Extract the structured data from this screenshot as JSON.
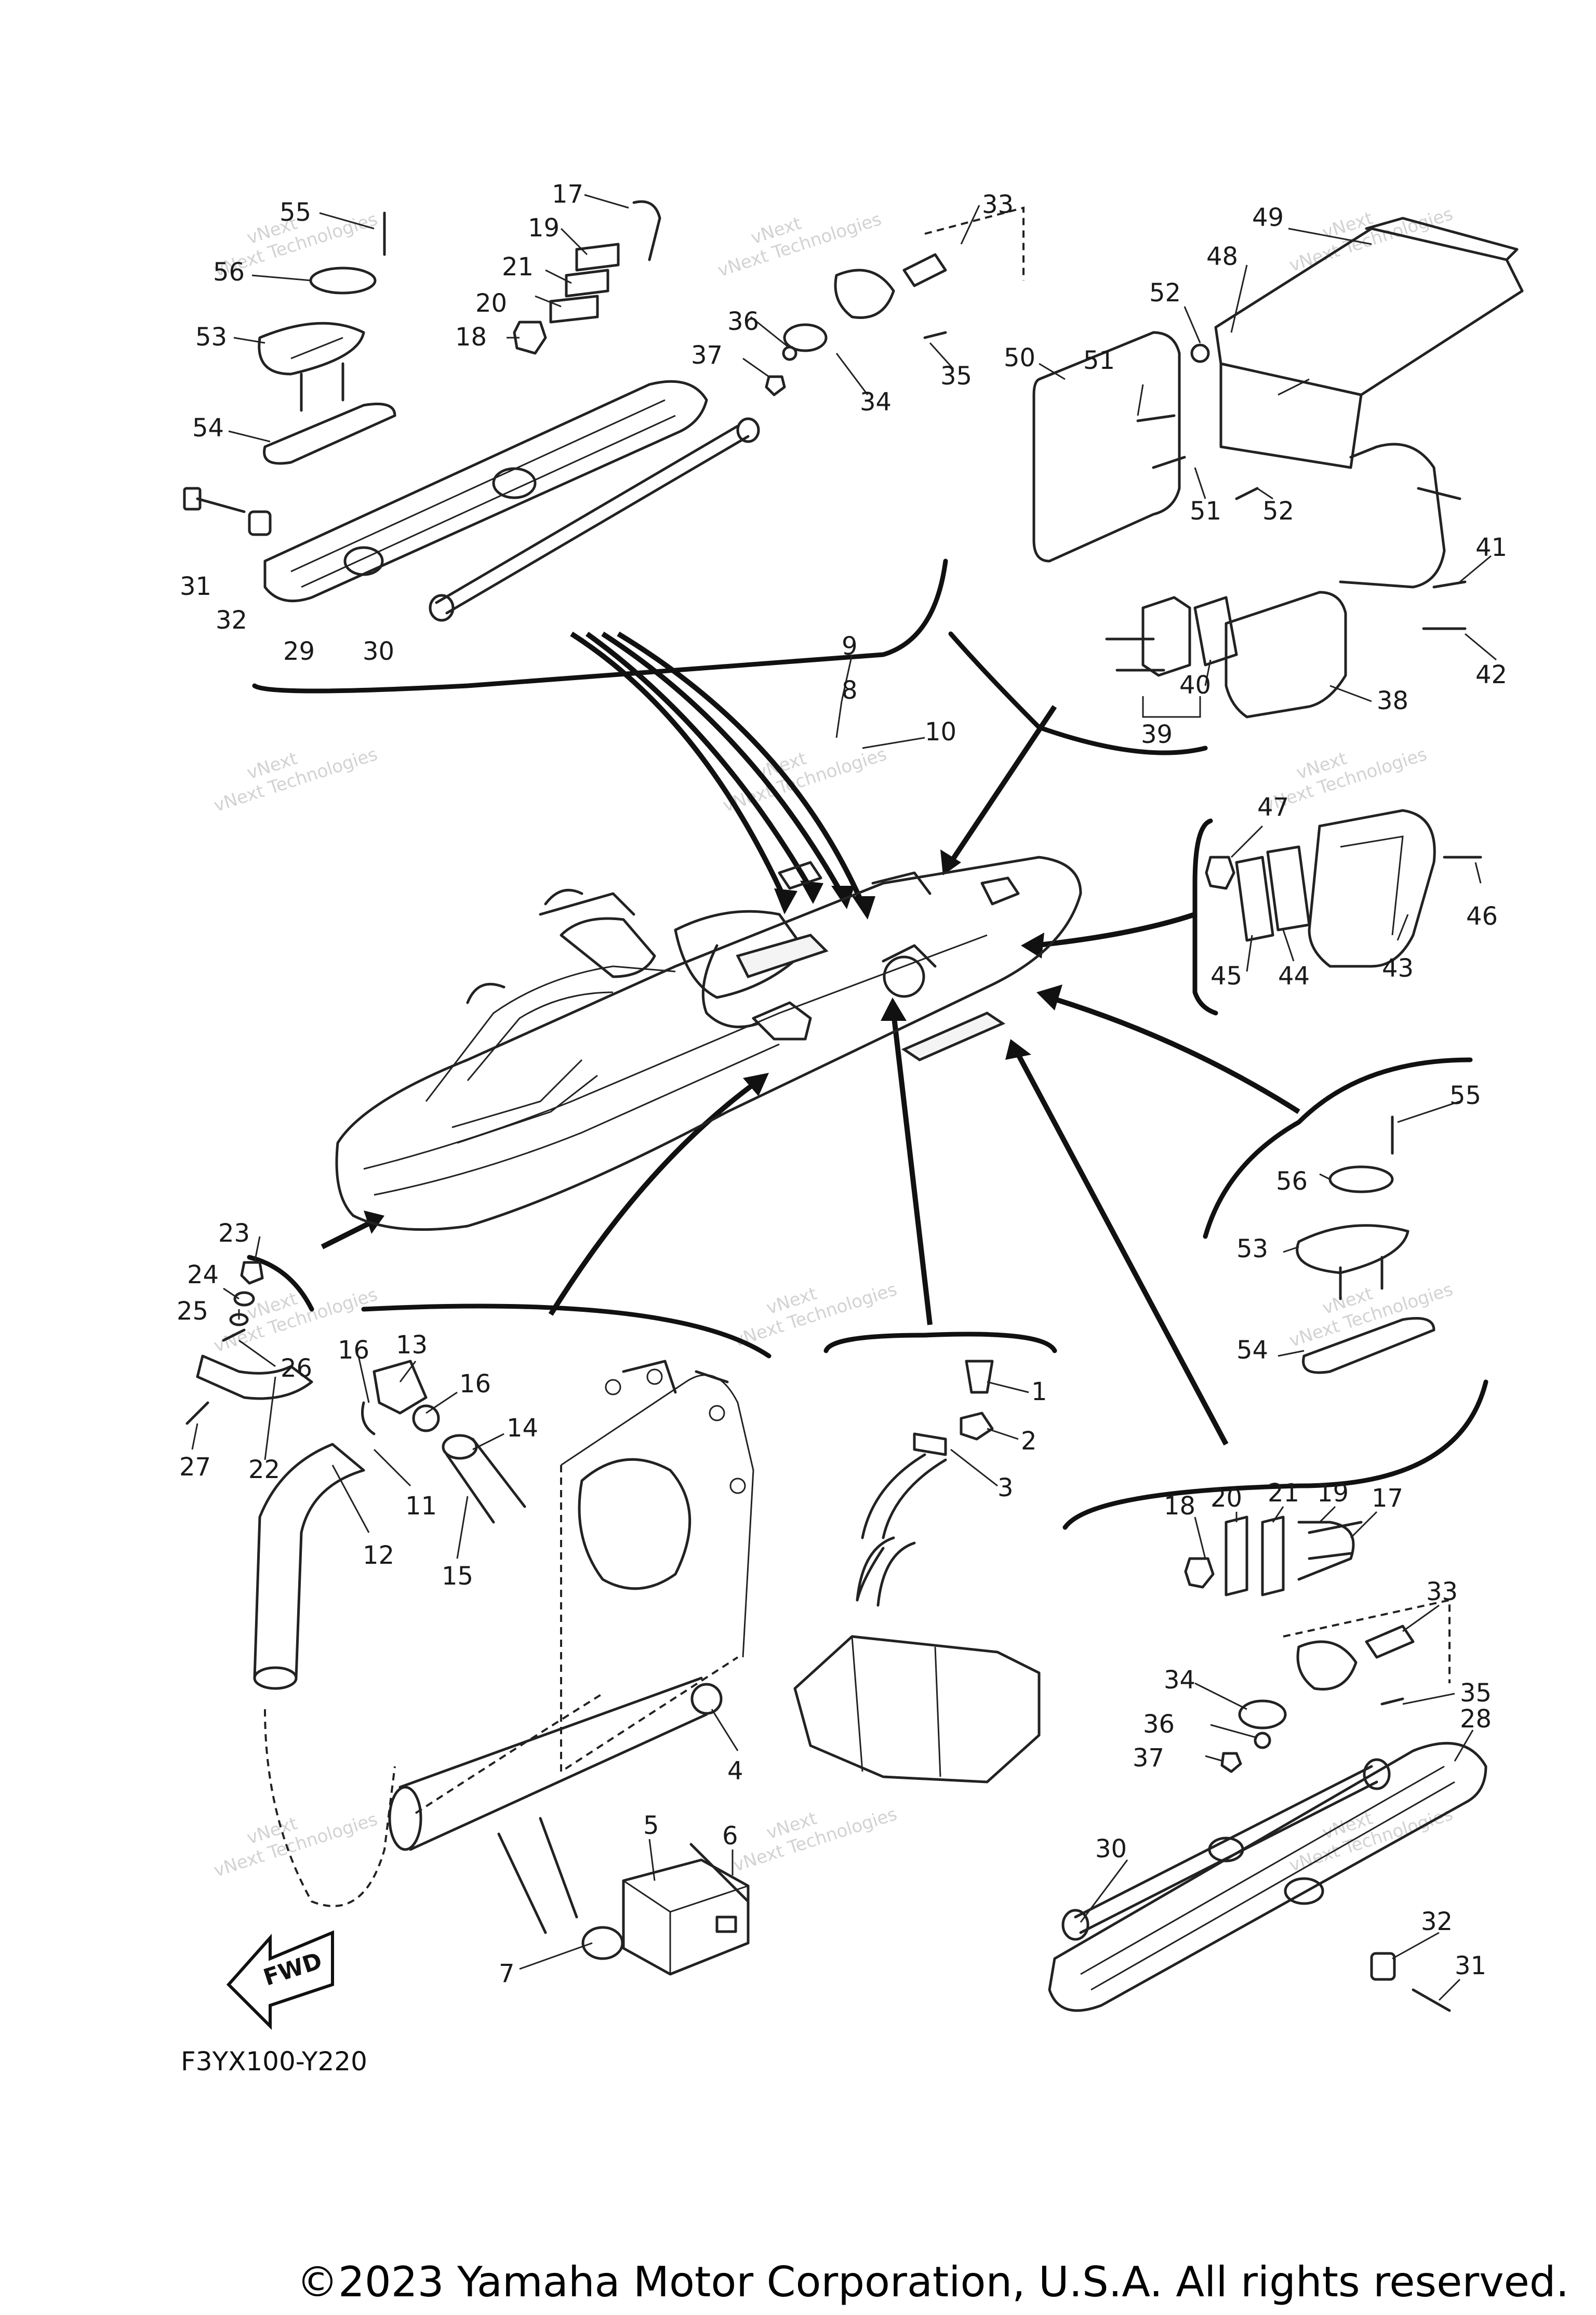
{
  "watermark": {
    "line1": "vNext",
    "line2": "Technologies",
    "line3": "vNext Technologies"
  },
  "diagram_code": "F3YX100-Y220",
  "fwd_label": "FWD",
  "copyright": "©2023 Yamaha Motor Corporation, U.S.A. All rights reserved.",
  "callouts": {
    "c1": "1",
    "c2": "2",
    "c3": "3",
    "c4": "4",
    "c5": "5",
    "c6": "6",
    "c7": "7",
    "c8": "8",
    "c9": "9",
    "c10": "10",
    "c11": "11",
    "c12": "12",
    "c13": "13",
    "c14": "14",
    "c15": "15",
    "c16a": "16",
    "c16b": "16",
    "c17a": "17",
    "c17b": "17",
    "c18a": "18",
    "c18b": "18",
    "c19a": "19",
    "c19b": "19",
    "c20a": "20",
    "c20b": "20",
    "c21a": "21",
    "c21b": "21",
    "c22": "22",
    "c23": "23",
    "c24": "24",
    "c25": "25",
    "c26": "26",
    "c27": "27",
    "c28": "28",
    "c29": "29",
    "c30a": "30",
    "c30b": "30",
    "c31a": "31",
    "c31b": "31",
    "c32a": "32",
    "c32b": "32",
    "c33a": "33",
    "c33b": "33",
    "c34a": "34",
    "c34b": "34",
    "c35a": "35",
    "c35b": "35",
    "c36a": "36",
    "c36b": "36",
    "c37a": "37",
    "c37b": "37",
    "c38": "38",
    "c39": "39",
    "c40": "40",
    "c41": "41",
    "c42": "42",
    "c43": "43",
    "c44": "44",
    "c45": "45",
    "c46": "46",
    "c47": "47",
    "c48": "48",
    "c49": "49",
    "c50": "50",
    "c51a": "51",
    "c51b": "51",
    "c52a": "52",
    "c52b": "52",
    "c53a": "53",
    "c53b": "53",
    "c54a": "54",
    "c54b": "54",
    "c55a": "55",
    "c55b": "55",
    "c56a": "56",
    "c56b": "56"
  }
}
